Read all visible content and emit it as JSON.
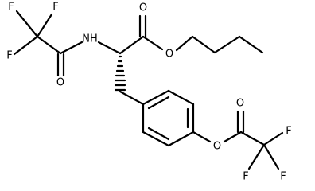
{
  "structure": {
    "atoms": {
      "f1": "F",
      "f2": "F",
      "f3": "F",
      "n1": "NH",
      "o1": "O",
      "o2": "O",
      "o3": "O",
      "o4": "O",
      "o5": "O",
      "f4": "F",
      "f5": "F",
      "f6": "F"
    }
  }
}
